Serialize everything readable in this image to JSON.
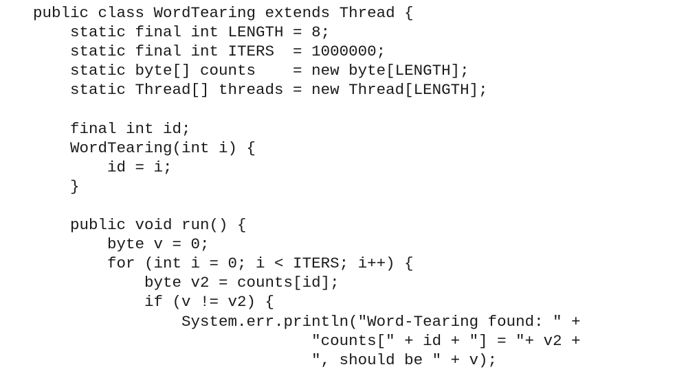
{
  "code": {
    "lines": [
      "public class WordTearing extends Thread {",
      "    static final int LENGTH = 8;",
      "    static final int ITERS  = 1000000;",
      "    static byte[] counts    = new byte[LENGTH];",
      "    static Thread[] threads = new Thread[LENGTH];",
      "",
      "    final int id;",
      "    WordTearing(int i) {",
      "        id = i;",
      "    }",
      "",
      "    public void run() {",
      "        byte v = 0;",
      "        for (int i = 0; i < ITERS; i++) {",
      "            byte v2 = counts[id];",
      "            if (v != v2) {",
      "                System.err.println(\"Word-Tearing found: \" +",
      "                              \"counts[\" + id + \"] = \"+ v2 +",
      "                              \", should be \" + v);"
    ]
  }
}
